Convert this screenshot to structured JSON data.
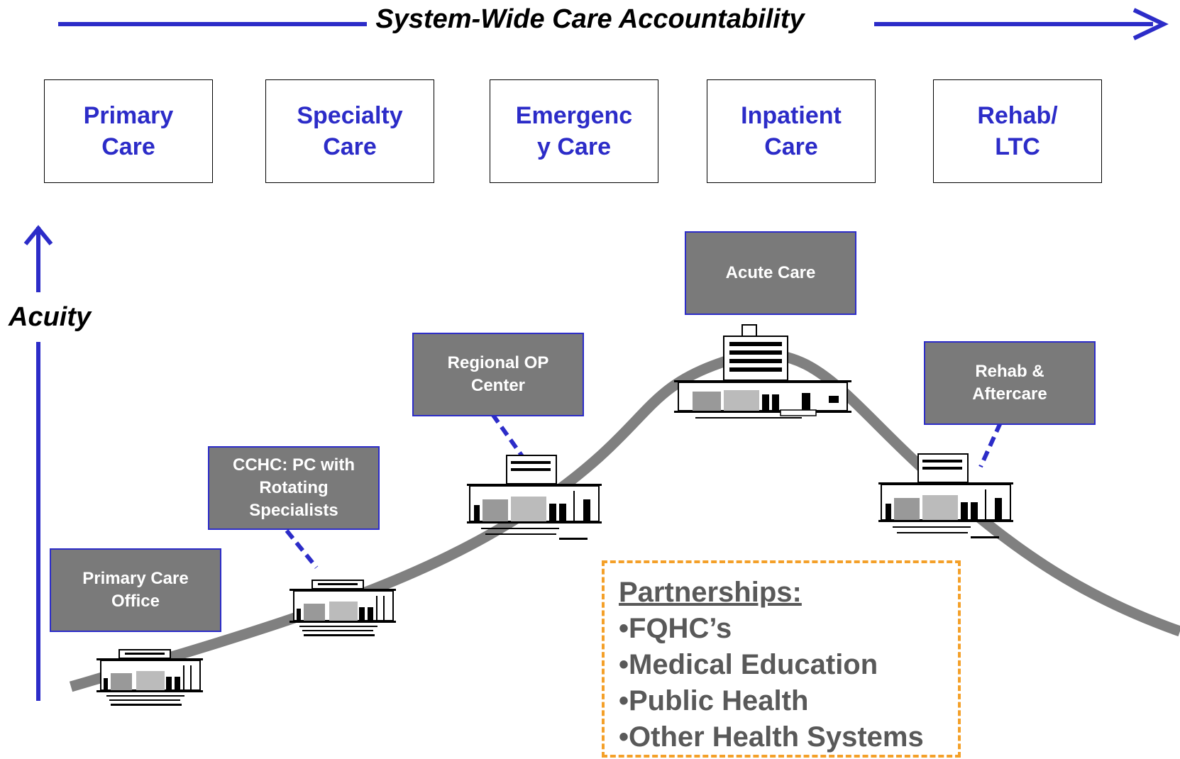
{
  "title": "System-Wide Care Accountability",
  "categories": [
    {
      "line1": "Primary",
      "line2": "Care"
    },
    {
      "line1": "Specialty",
      "line2": "Care"
    },
    {
      "line1": "Emergenc",
      "line2": "y Care"
    },
    {
      "line1": "Inpatient",
      "line2": "Care"
    },
    {
      "line1": "Rehab/",
      "line2": "LTC"
    }
  ],
  "axis_label": "Acuity",
  "levels": [
    {
      "lines": [
        "Primary Care",
        "Office"
      ]
    },
    {
      "lines": [
        "CCHC: PC with",
        "Rotating",
        "Specialists"
      ]
    },
    {
      "lines": [
        "Regional OP",
        "Center"
      ]
    },
    {
      "lines": [
        "Acute Care"
      ]
    },
    {
      "lines": [
        "Rehab &",
        "Aftercare"
      ]
    }
  ],
  "partnerships": {
    "heading": "Partnerships:",
    "items": [
      "•FQHC’s",
      "•Medical Education",
      "•Public Health",
      "•Other Health Systems"
    ]
  },
  "colors": {
    "arrow": "#2c2cc8",
    "box_fill": "#7a7a7a",
    "box_border": "#2c2cc8",
    "curve": "#808080",
    "dash_border": "#f4a029",
    "text_blue": "#2c2cc8"
  }
}
